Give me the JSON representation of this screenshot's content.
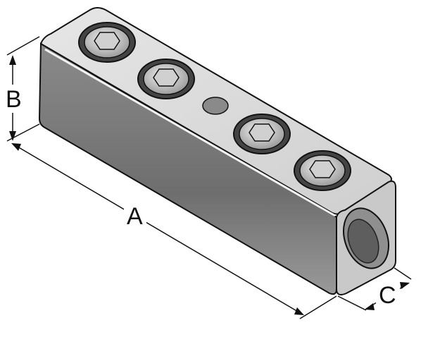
{
  "diagram": {
    "dimensions": [
      {
        "id": "A",
        "label": "A"
      },
      {
        "id": "B",
        "label": "B"
      },
      {
        "id": "C",
        "label": "C"
      }
    ],
    "colors": {
      "top_face": "#d9d9d9",
      "front_face": "#7a7a7a",
      "end_face": "#c4c4c4",
      "line": "#111111"
    }
  }
}
